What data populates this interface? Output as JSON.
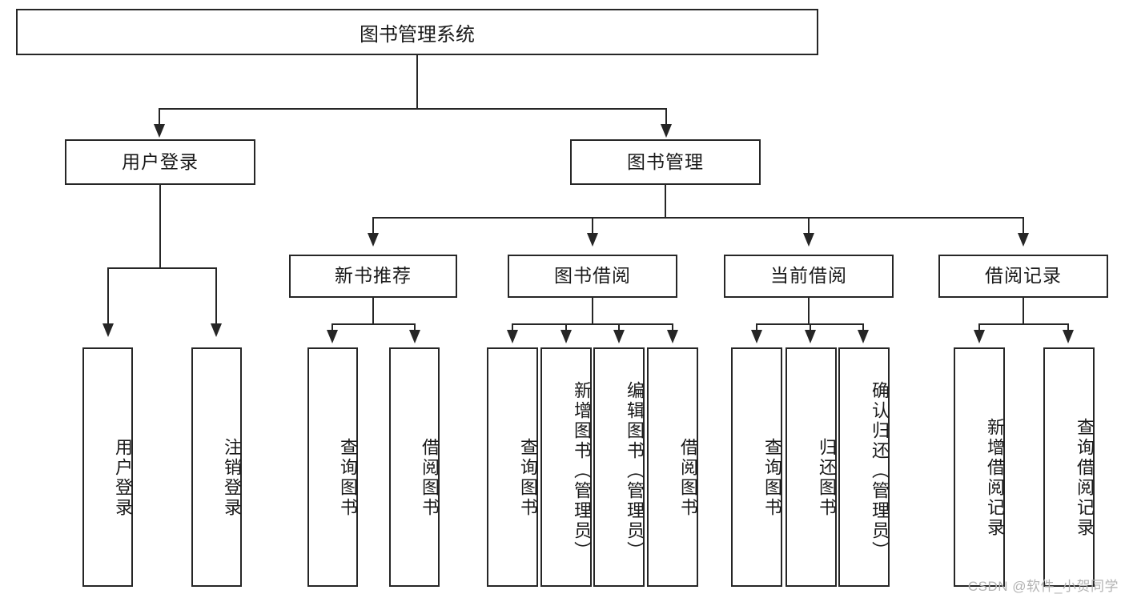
{
  "diagram": {
    "title": "图书管理系统",
    "type": "功能结构图",
    "colors": {
      "background": "#ffffff",
      "node_border": "#262626",
      "node_fill": "#ffffff",
      "connector": "#262626",
      "text": "#1a1a1a",
      "watermark": "#b3b3b3"
    },
    "root": {
      "label": "图书管理系统"
    },
    "level2": [
      {
        "label": "用户登录"
      },
      {
        "label": "图书管理"
      }
    ],
    "level3": [
      {
        "label": "新书推荐"
      },
      {
        "label": "图书借阅"
      },
      {
        "label": "当前借阅"
      },
      {
        "label": "借阅记录"
      }
    ],
    "leaves": {
      "user_login": [
        {
          "label": "用户登录"
        },
        {
          "label": "注销登录"
        }
      ],
      "new_book_recommend": [
        {
          "label": "查询图书"
        },
        {
          "label": "借阅图书"
        }
      ],
      "book_borrow": [
        {
          "label": "查询图书"
        },
        {
          "label": "新增图书（管理员）"
        },
        {
          "label": "编辑图书（管理员）"
        },
        {
          "label": "借阅图书"
        }
      ],
      "current_borrow": [
        {
          "label": "查询图书"
        },
        {
          "label": "归还图书"
        },
        {
          "label": "确认归还（管理员）"
        }
      ],
      "borrow_record": [
        {
          "label": "新增借阅记录"
        },
        {
          "label": "查询借阅记录"
        }
      ]
    }
  },
  "watermark": {
    "text": "CSDN @软件_小贺同学"
  }
}
